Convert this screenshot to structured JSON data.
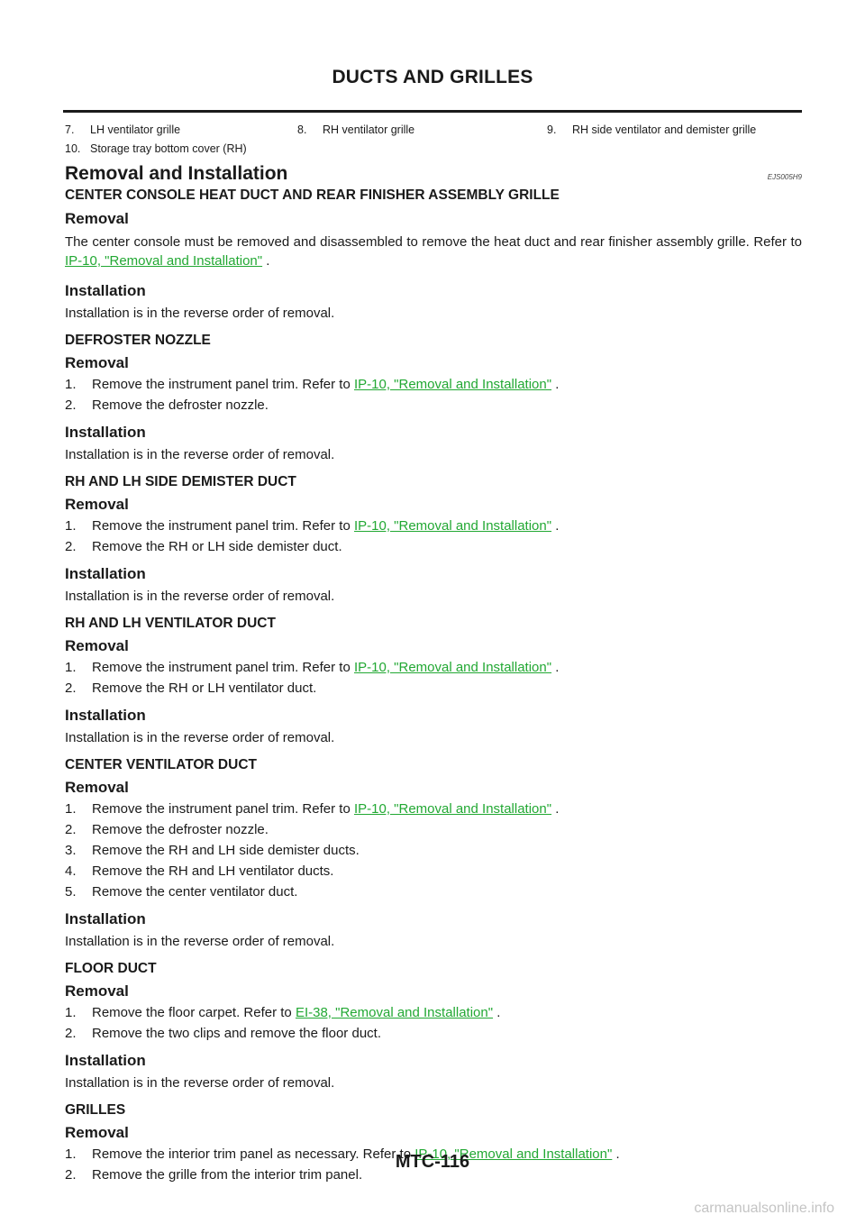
{
  "header": {
    "title": "DUCTS AND GRILLES"
  },
  "legend": [
    {
      "num": "7.",
      "text": "LH ventilator grille"
    },
    {
      "num": "8.",
      "text": "RH ventilator grille"
    },
    {
      "num": "9.",
      "text": "RH side ventilator and demister grille"
    },
    {
      "num": "10.",
      "text": "Storage tray bottom cover (RH)"
    }
  ],
  "section": {
    "title": "Removal and Installation",
    "code": "EJS005H9"
  },
  "center_console": {
    "title": "CENTER CONSOLE HEAT DUCT AND REAR FINISHER ASSEMBLY GRILLE",
    "removal": "Removal",
    "removal_text": "The center console must be removed and disassembled to remove the heat duct and rear finisher assembly grille. Refer to",
    "removal_link": "IP-10, \"Removal and Installation\"",
    "installation": "Installation",
    "installation_text": "Installation is in the reverse order of removal."
  },
  "defroster": {
    "title": "DEFROSTER NOZZLE",
    "removal": "Removal",
    "steps": [
      {
        "num": "1.",
        "text": "Remove the instrument panel trim. Refer to",
        "link": "IP-10, \"Removal and Installation\""
      },
      {
        "num": "2.",
        "text": "Remove the defroster nozzle."
      }
    ],
    "installation": "Installation",
    "installation_text": "Installation is in the reverse order of removal."
  },
  "demister": {
    "title": "RH AND LH SIDE DEMISTER DUCT",
    "removal": "Removal",
    "steps": [
      {
        "num": "1.",
        "text": "Remove the instrument panel trim. Refer to",
        "link": "IP-10, \"Removal and Installation\""
      },
      {
        "num": "2.",
        "text": "Remove the RH or LH side demister duct."
      }
    ],
    "installation": "Installation",
    "installation_text": "Installation is in the reverse order of removal."
  },
  "ventilator": {
    "title": "RH AND LH VENTILATOR DUCT",
    "removal": "Removal",
    "steps": [
      {
        "num": "1.",
        "text": "Remove the instrument panel trim. Refer to",
        "link": "IP-10, \"Removal and Installation\""
      },
      {
        "num": "2.",
        "text": "Remove the RH or LH ventilator duct."
      }
    ],
    "installation": "Installation",
    "installation_text": "Installation is in the reverse order of removal."
  },
  "center_vent": {
    "title": "CENTER VENTILATOR DUCT",
    "removal": "Removal",
    "steps": [
      {
        "num": "1.",
        "text": "Remove the instrument panel trim. Refer to",
        "link": "IP-10, \"Removal and Installation\""
      },
      {
        "num": "2.",
        "text": "Remove the defroster nozzle."
      },
      {
        "num": "3.",
        "text": "Remove the RH and LH side demister ducts."
      },
      {
        "num": "4.",
        "text": "Remove the RH and LH ventilator ducts."
      },
      {
        "num": "5.",
        "text": "Remove the center ventilator duct."
      }
    ],
    "installation": "Installation",
    "installation_text": "Installation is in the reverse order of removal."
  },
  "floor": {
    "title": "FLOOR DUCT",
    "removal": "Removal",
    "steps": [
      {
        "num": "1.",
        "text": "Remove the floor carpet. Refer to",
        "link": "EI-38, \"Removal and Installation\""
      },
      {
        "num": "2.",
        "text": "Remove the two clips and remove the floor duct."
      }
    ],
    "installation": "Installation",
    "installation_text": "Installation is in the reverse order of removal."
  },
  "grilles": {
    "title": "GRILLES",
    "removal": "Removal",
    "steps": [
      {
        "num": "1.",
        "text": "Remove the interior trim panel as necessary. Refer to",
        "link": "IP-10, \"Removal and Installation\""
      },
      {
        "num": "2.",
        "text": "Remove the grille from the interior trim panel."
      }
    ]
  },
  "footer": {
    "page": "MTC-116",
    "watermark": "carmanualsonline.info"
  },
  "colors": {
    "link": "#22a833",
    "text": "#1a1a1a",
    "watermark": "#c4c4c4"
  }
}
